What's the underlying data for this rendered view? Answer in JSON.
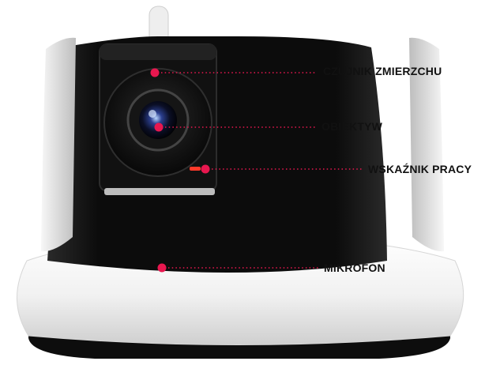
{
  "product": "IP camera (front view)",
  "accent_color": "#e8174f",
  "callouts": [
    {
      "id": "sensor",
      "label": "CZUJNIK ZMIERZCHU"
    },
    {
      "id": "lens",
      "label": "OBIEKTYW"
    },
    {
      "id": "led",
      "label": "WSKAŹNIK PRACY"
    },
    {
      "id": "mic",
      "label": "MIKROFON"
    }
  ]
}
